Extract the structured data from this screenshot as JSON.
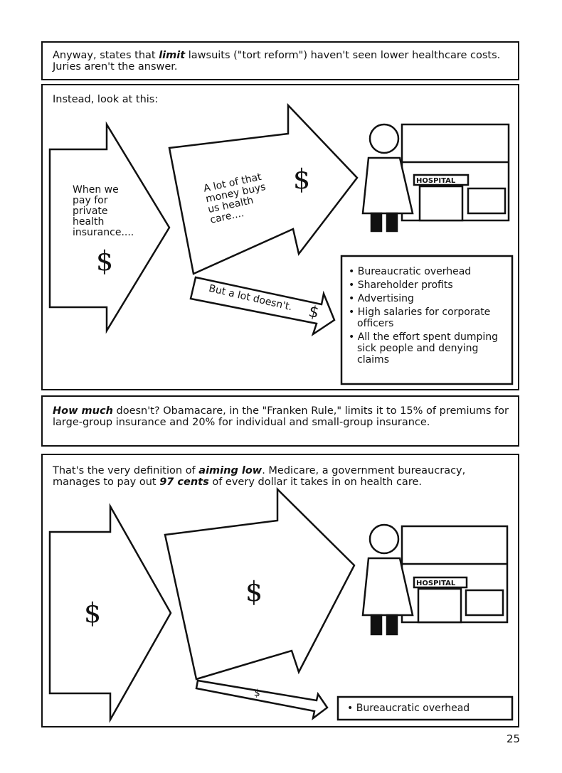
{
  "panel1": {
    "pre": "Anyway, states that ",
    "em": "limit",
    "post": " lawsuits (\"tort reform\") haven't seen lower healthcare costs. Juries aren't the answer."
  },
  "panel2": {
    "caption": "Instead, look at this:",
    "arrow1_text": "When we pay for private health insurance....",
    "arrow2_text": "A lot of that money buys us health care....",
    "arrow3_text": "But a lot doesn't.",
    "dollar": "$",
    "hospital_sign": "HOSPITAL",
    "bullets": [
      "Bureaucratic overhead",
      "Shareholder profits",
      "Advertising",
      "High salaries for corporate officers",
      "All the effort spent dumping sick people and denying claims"
    ]
  },
  "panel3": {
    "em": "How much",
    "post": " doesn't? Obamacare, in the \"Franken Rule,\" limits it to 15% of premiums for large-group insurance and 20% for individual and small-group insurance."
  },
  "panel4": {
    "pre": "That's the very definition of ",
    "em1": "aiming low",
    "mid": ". Medicare, a government bureaucracy, manages to pay out ",
    "em2": "97 cents",
    "post": " of every dollar it takes in on health care.",
    "dollar": "$",
    "hospital_sign": "HOSPITAL",
    "bullets": [
      "Bureaucratic overhead"
    ]
  },
  "page_number": "25"
}
